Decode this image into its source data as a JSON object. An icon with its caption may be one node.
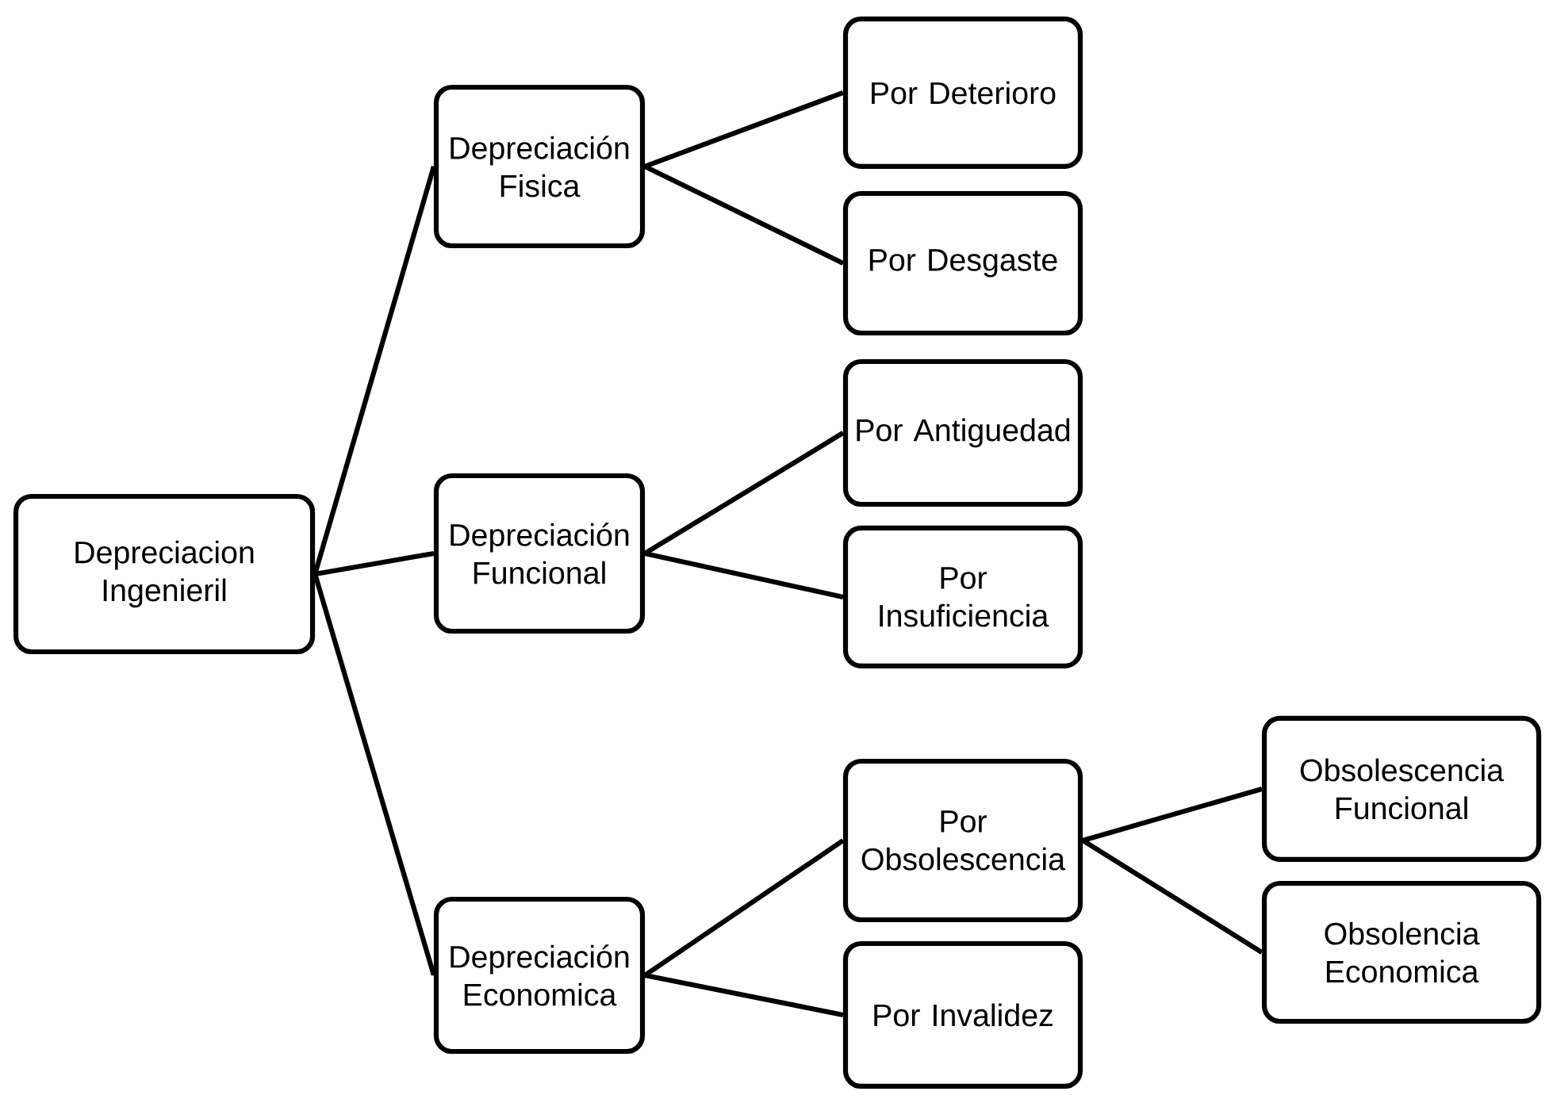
{
  "diagram": {
    "nodes": [
      {
        "text": [
          "Depreciacion Ingenieril"
        ]
      },
      {
        "text": [
          "Depreciación Fisica"
        ]
      },
      {
        "text": [
          "Por Deterioro"
        ]
      },
      {
        "text": [
          "Por Desgaste"
        ]
      },
      {
        "text": [
          "Depreciación Funcional"
        ]
      },
      {
        "text": [
          "Por Antiguedad"
        ]
      },
      {
        "text": [
          "Por Insuficiencia"
        ]
      },
      {
        "text": [
          "Depreciación Economica"
        ]
      },
      {
        "text": [
          "Por Obsolescencia"
        ]
      },
      {
        "text": [
          "Por Invalidez"
        ]
      },
      {
        "text": [
          "Obsolescencia Funcional"
        ]
      },
      {
        "text": [
          "Obsolencia Economica"
        ]
      }
    ],
    "edges": [
      {
        "from": 0,
        "to": 1,
        "arrow": "none"
      },
      {
        "from": 0,
        "to": 4,
        "arrow": "none"
      },
      {
        "from": 0,
        "to": 7,
        "arrow": "none"
      },
      {
        "from": 1,
        "to": 2,
        "arrow": "none"
      },
      {
        "from": 1,
        "to": 3,
        "arrow": "none"
      },
      {
        "from": 4,
        "to": 5,
        "arrow": "none"
      },
      {
        "from": 4,
        "to": 6,
        "arrow": "none"
      },
      {
        "from": 7,
        "to": 8,
        "arrow": "none"
      },
      {
        "from": 7,
        "to": 9,
        "arrow": "none"
      },
      {
        "from": 8,
        "to": 10,
        "arrow": "none"
      },
      {
        "from": 8,
        "to": 11,
        "arrow": "none"
      }
    ]
  }
}
